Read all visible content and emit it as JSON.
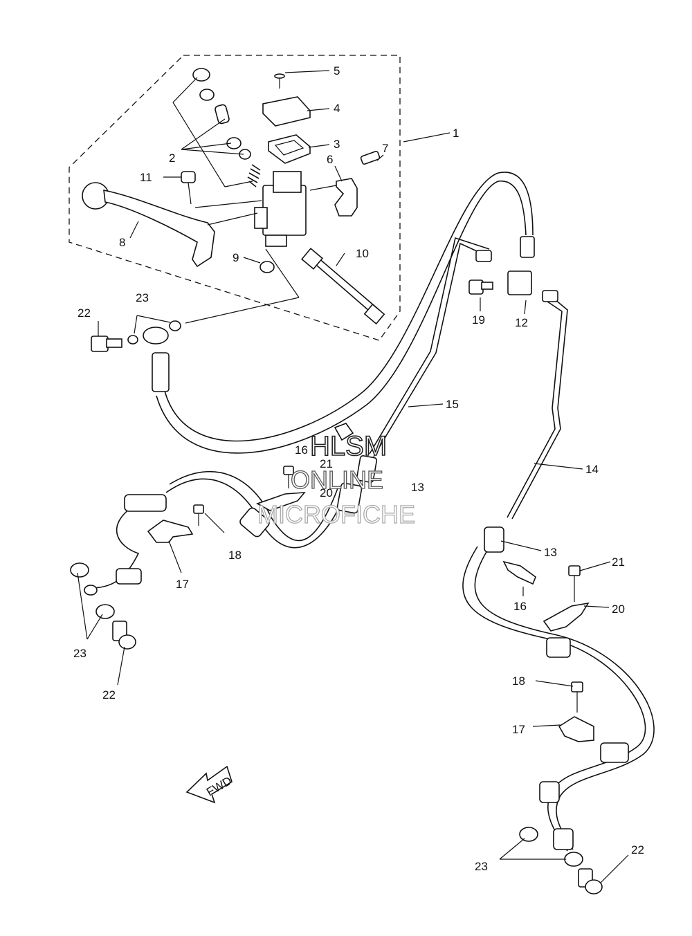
{
  "diagram": {
    "labels": {
      "l1": "1",
      "l2": "2",
      "l3": "3",
      "l4": "4",
      "l5": "5",
      "l6": "6",
      "l7": "7",
      "l8": "8",
      "l9": "9",
      "l10": "10",
      "l11": "11",
      "l12": "12",
      "l13a": "13",
      "l13b": "13",
      "l14": "14",
      "l15": "15",
      "l16a": "16",
      "l16b": "16",
      "l17a": "17",
      "l17b": "17",
      "l18a": "18",
      "l18b": "18",
      "l19": "19",
      "l20a": "20",
      "l20b": "20",
      "l21a": "21",
      "l21b": "21",
      "l22a": "22",
      "l22b": "22",
      "l22c": "22",
      "l23a": "23",
      "l23b": "23",
      "l23c": "23"
    },
    "fwd_label": "FWD",
    "watermark": {
      "line1": "HLSM",
      "line2": "ONLINE",
      "line3": "MICROFICHE"
    }
  }
}
